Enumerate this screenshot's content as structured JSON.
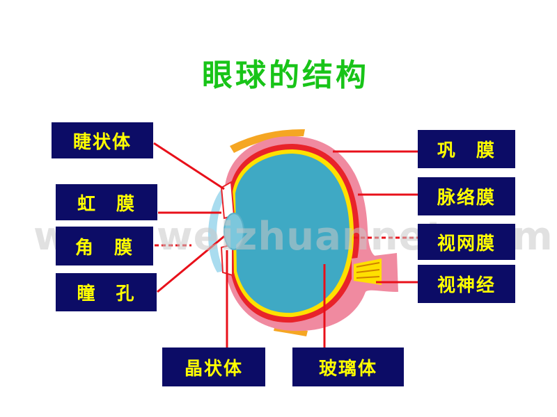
{
  "title": "眼球的结构",
  "watermark": "www.weizhuannet.com",
  "labels": {
    "ciliary_body": "睫状体",
    "iris": "虹　膜",
    "cornea": "角　膜",
    "pupil": "瞳　孔",
    "sclera": "巩　膜",
    "choroid": "脉络膜",
    "retina": "视网膜",
    "optic_nerve": "视神经",
    "lens": "晶状体",
    "vitreous": "玻璃体"
  },
  "colors": {
    "title": "#18c418",
    "label_bg": "#0c0c66",
    "label_text": "#ffff00",
    "pointer": "#e8101a",
    "eye_fill": "#3fa9c4",
    "sclera": "#f08aa0",
    "choroid": "#e8232a",
    "retina": "#ffe000"
  }
}
